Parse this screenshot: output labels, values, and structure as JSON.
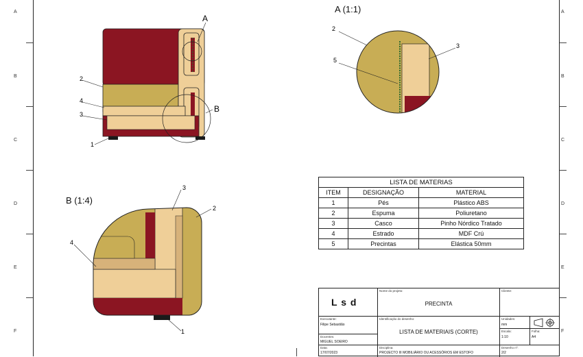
{
  "zones": {
    "cols": [
      "A",
      "B",
      "C",
      "D",
      "E",
      "F"
    ]
  },
  "views": {
    "main": {
      "callout_a": "A",
      "callout_b": "B",
      "items": [
        "1",
        "2",
        "3",
        "4"
      ]
    },
    "detail_a": {
      "title": "A (1:1)",
      "items": [
        "2",
        "3",
        "5"
      ]
    },
    "detail_b": {
      "title": "B (1:4)",
      "items": [
        "1",
        "2",
        "3",
        "4"
      ]
    }
  },
  "bom": {
    "title": "LISTA DE MATERIAS",
    "headers": [
      "ITEM",
      "DESIGNAÇÃO",
      "MATERIAL"
    ],
    "rows": [
      [
        "1",
        "Pés",
        "Plástico ABS"
      ],
      [
        "2",
        "Espuma",
        "Poliuretano"
      ],
      [
        "3",
        "Casco",
        "Pinho Nórdico Tratado"
      ],
      [
        "4",
        "Estrado",
        "MDF Crú"
      ],
      [
        "5",
        "Precintas",
        "Elástica 50mm"
      ]
    ]
  },
  "title_block": {
    "logo_text": "L s d",
    "project_label": "Nome do projeto:",
    "project_value": "PRECINTA",
    "client_label": "Cliente:",
    "designer_label": "Executante:",
    "designer_value": "Filipe Sebastião",
    "teacher_label": "Docentes:",
    "teacher_value": "MIGUEL SOEIRO",
    "date_label": "Data:",
    "date_value": "17/07/2023",
    "drawing_id_label": "Identificação do desenho:",
    "drawing_id_value": "LISTA DE MATERIAIS (CORTE)",
    "discipline_label": "Disciplina:",
    "discipline_value": "PROJECTO III MOBILIÁRIO OU ACESSÓRIOS EM ESTOFO",
    "units_label": "Unidades:",
    "units_value": "mm",
    "scale_label": "Escala:",
    "scale_value": "1:10",
    "sheet_label": "Folha:",
    "sheet_value": "A4",
    "drawing_no_label": "Desenho nº:",
    "drawing_no_value": "2/2"
  },
  "colors": {
    "fabric": "#8b1522",
    "foam": "#c8ad55",
    "wood": "#efcf98",
    "wood_dark": "#d7b27a",
    "feet": "#1a1a1a"
  }
}
